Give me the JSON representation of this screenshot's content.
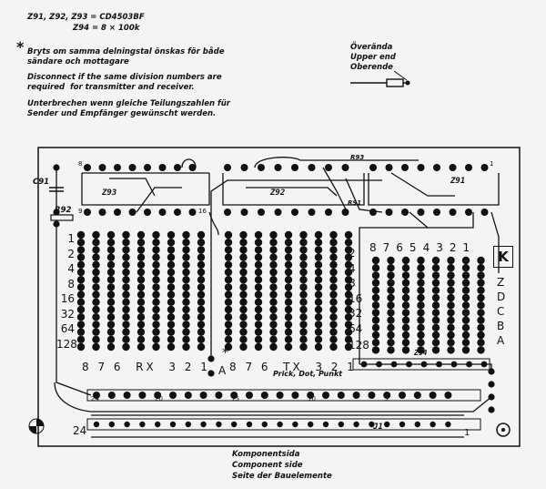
{
  "header": {
    "ic_line1": "Z91, Z92, Z93 = CD4503BF",
    "ic_line2": "Z94 = 8 × 100k",
    "star": "*",
    "sv": "Bryts om samma delningstal önskas för både\nsändare och mottagare",
    "en": "Disconnect if the same division numbers are\nrequired  for transmitter and receiver.",
    "de": "Unterbrechen wenn gleiche Teilungszahlen für\nSender und Empfänger gewünscht werden."
  },
  "legend": {
    "text": "Överända\nUpper end\nOberende"
  },
  "board": {
    "ic_labels": [
      "Z93",
      "Z92",
      "Z91",
      "Z94",
      "J1"
    ],
    "pin_labels": {
      "p8": "8",
      "p1": "1",
      "p9": "9",
      "p16": "16",
      "p24": "24",
      "p20": "20",
      "p15": "15",
      "p10": "10",
      "p5": "5"
    },
    "r_labels": [
      "R92",
      "C91",
      "R93",
      "R91"
    ],
    "left_scale": [
      "1",
      "2",
      "4",
      "8",
      "16",
      "32",
      "64",
      "128"
    ],
    "mid_scale": [
      "2",
      "4",
      "8",
      "16",
      "32",
      "64",
      "128"
    ],
    "right_top": [
      "8",
      "7",
      "6",
      "5",
      "4",
      "3",
      "2",
      "1"
    ],
    "right_side": [
      "Z",
      "D",
      "C",
      "B",
      "A"
    ],
    "k_label": "K",
    "rx_row": "8 7 6  RX  3 2 1",
    "tx_row": "8 7 6  TX  3 2 1",
    "a_mark": "A",
    "star_mark": "*",
    "prick": "Prick, Dot, Punkt",
    "j1_left": "24",
    "j1_right": "1"
  },
  "footer": {
    "sv": "Komponentsida",
    "en": "Component side",
    "de": "Seite der Bauelemente"
  }
}
